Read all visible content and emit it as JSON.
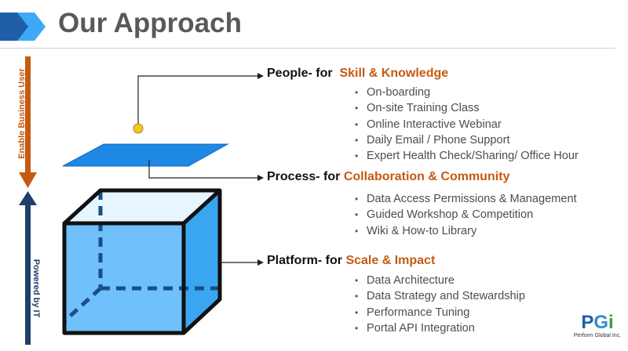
{
  "header": {
    "title": "Our Approach"
  },
  "side_labels": {
    "top": "Enable Business User",
    "bottom": "Powered by IT"
  },
  "sections": [
    {
      "lead": "People- for",
      "highlight": "Skill & Knowledge",
      "bullets": [
        "On-boarding",
        "On-site Training Class",
        "Online Interactive Webinar",
        "Daily Email / Phone Support",
        "Expert Health Check/Sharing/ Office Hour"
      ]
    },
    {
      "lead": "Process- for",
      "highlight": "Collaboration & Community",
      "bullets": [
        "Data Access Permissions & Management",
        "Guided Workshop & Competition",
        "Wiki & How-to Library"
      ]
    },
    {
      "lead": "Platform- for",
      "highlight": "Scale & Impact",
      "bullets": [
        "Data Architecture",
        "Data Strategy and Stewardship",
        "Performance Tuning",
        "Portal API Integration"
      ]
    }
  ],
  "logo": {
    "p": "P",
    "g": "G",
    "i": "i",
    "tagline": "Perform Global Inc."
  },
  "colors": {
    "accent_orange": "#c55a11",
    "cube_blue": "#4aaaf5",
    "plane_blue": "#1e88e5",
    "arrow_navy": "#1f3e6b",
    "marker_yellow": "#f3c623"
  }
}
